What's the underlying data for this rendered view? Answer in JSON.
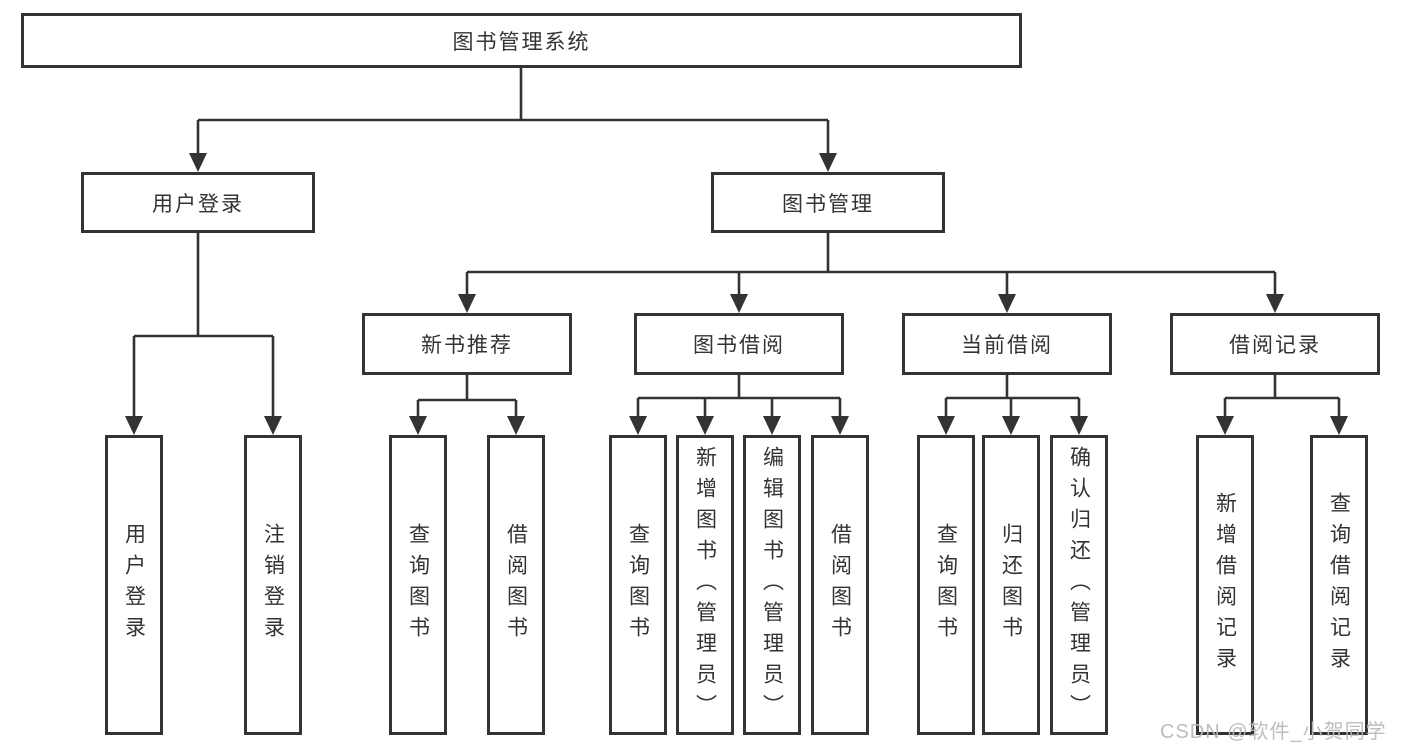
{
  "diagram": {
    "root": {
      "label": "图书管理系统"
    },
    "level2": [
      {
        "label": "用户登录"
      },
      {
        "label": "图书管理"
      }
    ],
    "level3": [
      {
        "label": "新书推荐"
      },
      {
        "label": "图书借阅"
      },
      {
        "label": "当前借阅"
      },
      {
        "label": "借阅记录"
      }
    ],
    "leaves": {
      "user_login": [
        "用户登录",
        "注销登录"
      ],
      "new_book": [
        "查询图书",
        "借阅图书"
      ],
      "borrowing": [
        "查询图书",
        "新增图书（管理员）",
        "编辑图书（管理员）",
        "借阅图书"
      ],
      "current": [
        "查询图书",
        "归还图书",
        "确认归还（管理员）"
      ],
      "records": [
        "新增借阅记录",
        "查询借阅记录"
      ]
    }
  },
  "watermark": "CSDN @软件_小贺同学",
  "colors": {
    "line": "#333333",
    "box_border": "#333333",
    "box_bg": "#ffffff",
    "text": "#333333",
    "watermark": "#b9b9b9"
  }
}
